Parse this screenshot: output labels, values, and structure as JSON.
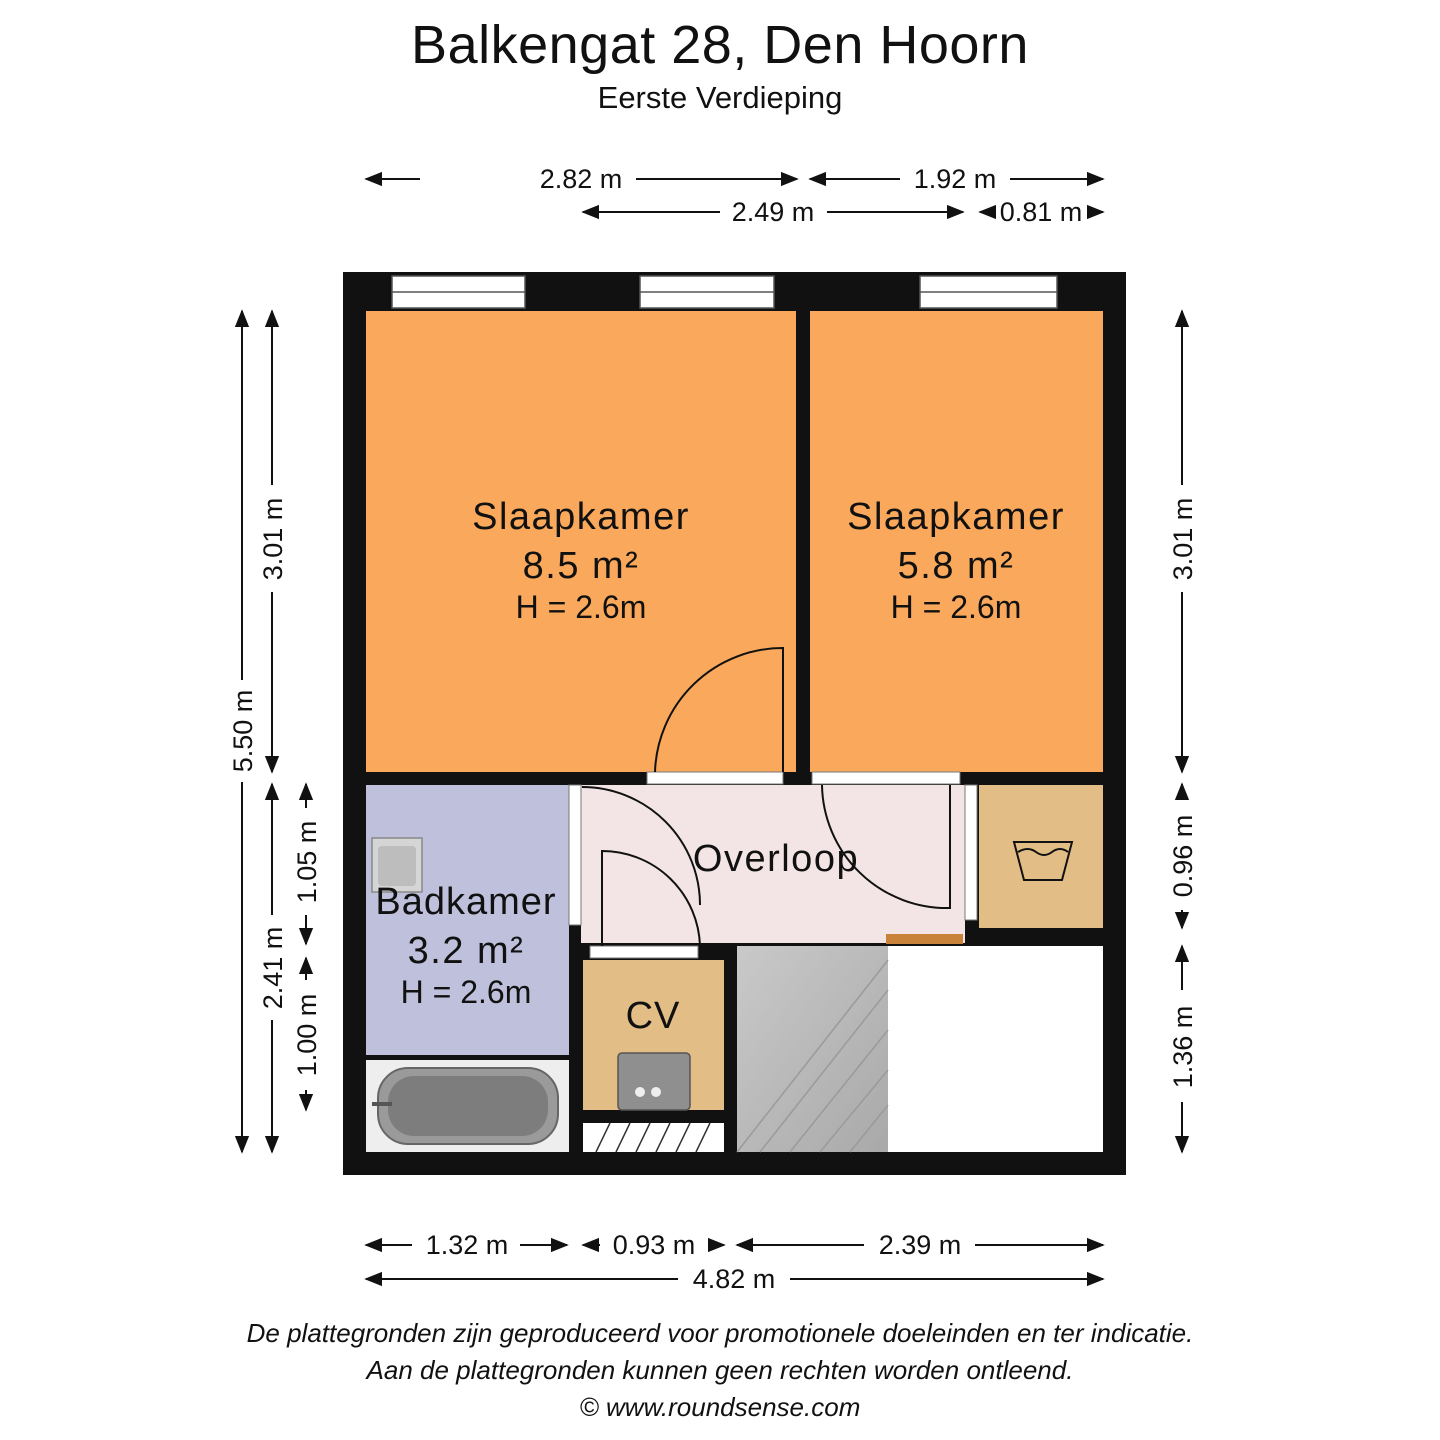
{
  "header": {
    "title": "Balkengat 28, Den Hoorn",
    "subtitle": "Eerste Verdieping"
  },
  "rooms": {
    "bedroom1": {
      "name": "Slaapkamer",
      "area": "8.5 m²",
      "height": "H = 2.6m",
      "color": "#F9A85C"
    },
    "bedroom2": {
      "name": "Slaapkamer",
      "area": "5.8 m²",
      "height": "H = 2.6m",
      "color": "#F9A85C"
    },
    "landing": {
      "name": "Overloop",
      "color": "#F3E5E6"
    },
    "bathroom": {
      "name": "Badkamer",
      "area": "3.2 m²",
      "height": "H = 2.6m",
      "color": "#BFC1DC"
    },
    "boiler": {
      "name": "CV",
      "color": "#E2BE86"
    },
    "laundry": {
      "color": "#E2BE86"
    }
  },
  "dimensions": {
    "top_row1": [
      "2.82 m",
      "1.92 m"
    ],
    "top_row2": [
      "2.49 m",
      "0.81 m"
    ],
    "left_outer": "5.50 m",
    "left_mid": [
      "3.01 m",
      "2.41 m"
    ],
    "left_inner": [
      "1.05 m",
      "1.00 m"
    ],
    "right": [
      "3.01 m",
      "0.96 m",
      "1.36 m"
    ],
    "bottom_row1": [
      "1.32 m",
      "0.93 m",
      "2.39 m"
    ],
    "bottom_row2": "4.82 m"
  },
  "footer": {
    "disclaimer_line1": "De plattegronden zijn geproduceerd voor promotionele doeleinden en ter indicatie.",
    "disclaimer_line2": "Aan de plattegronden kunnen geen rechten worden ontleend.",
    "copyright": "© www.roundsense.com"
  },
  "colors": {
    "wall": "#111111",
    "stairs": "#BDBDBD",
    "void": "#FFFFFF"
  }
}
